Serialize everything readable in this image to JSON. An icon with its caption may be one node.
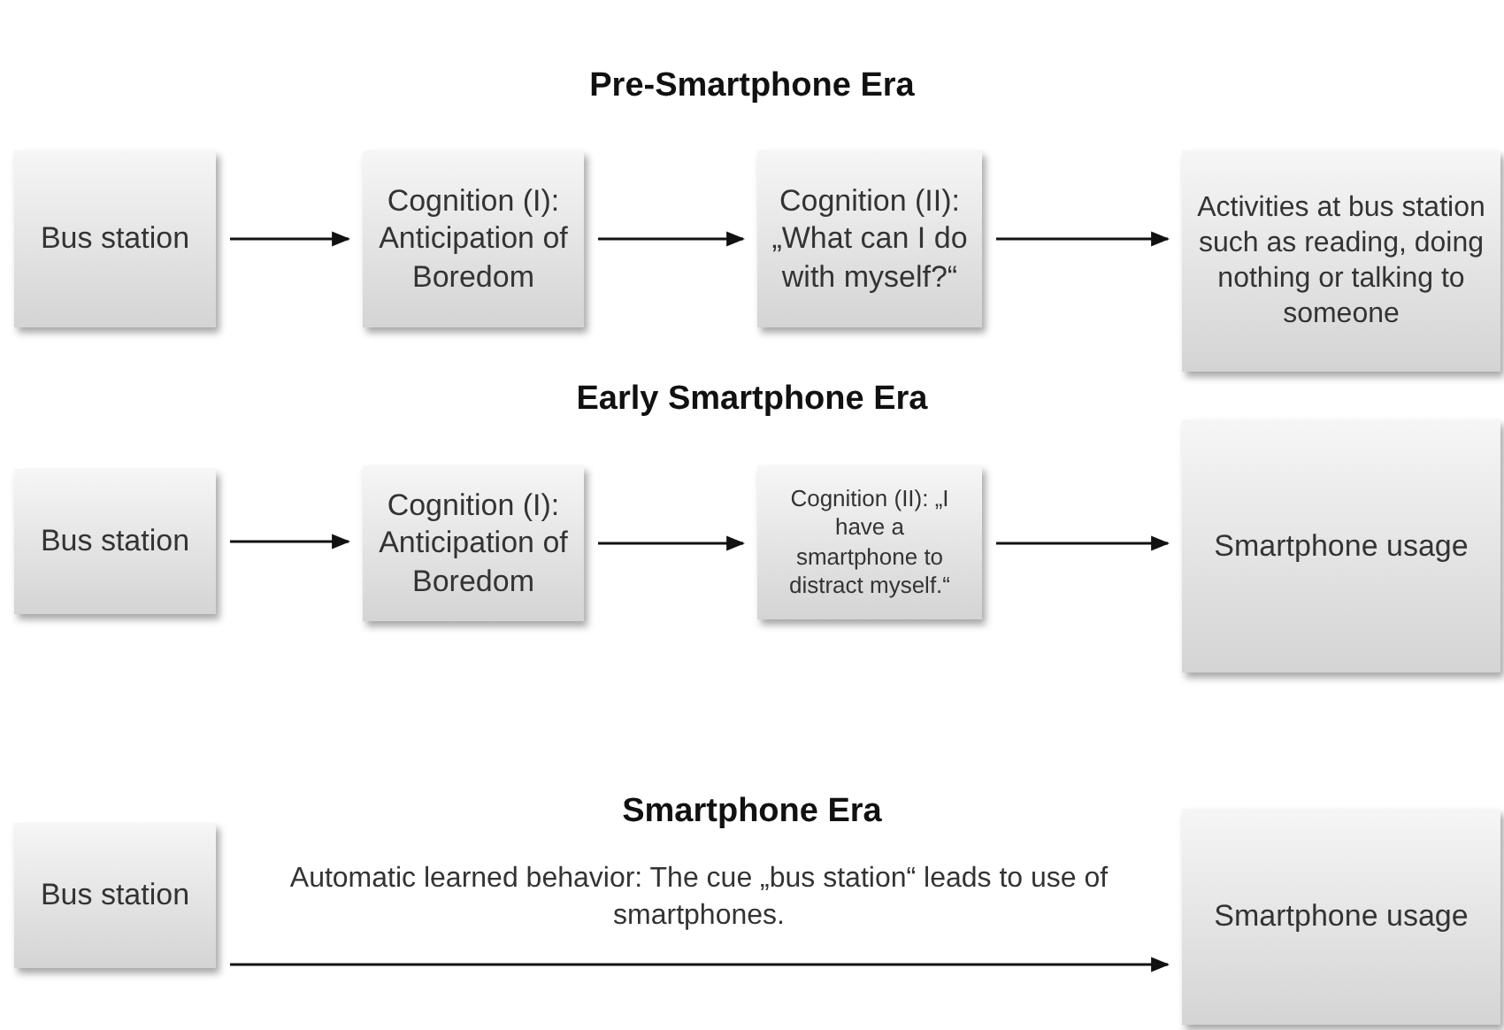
{
  "diagram": {
    "nodes": [
      {
        "text": [
          "Bus station"
        ]
      },
      {
        "text": [
          "Cognition (I): Anticipation of Boredom"
        ]
      },
      {
        "text": [
          "Cognition (II): „What can I do with myself?“"
        ]
      },
      {
        "text": [
          "Activities at bus station such as reading, doing nothing or talking to someone"
        ]
      },
      {
        "text": [
          "Bus station"
        ]
      },
      {
        "text": [
          "Cognition (I): Anticipation of Boredom"
        ]
      },
      {
        "text": [
          "Cognition (II): „I have a smartphone to distract myself.“"
        ]
      },
      {
        "text": [
          "Smartphone usage"
        ]
      },
      {
        "text": [
          "Bus station"
        ]
      },
      {
        "text": [
          "Smartphone usage"
        ]
      }
    ],
    "edges": [
      {
        "from": 0,
        "to": 1,
        "arrow": "to"
      },
      {
        "from": 1,
        "to": 2,
        "arrow": "to"
      },
      {
        "from": 2,
        "to": 3,
        "arrow": "to"
      },
      {
        "from": 4,
        "to": 5,
        "arrow": "to"
      },
      {
        "from": 5,
        "to": 6,
        "arrow": "to"
      },
      {
        "from": 6,
        "to": 7,
        "arrow": "to"
      },
      {
        "from": 8,
        "to": 9,
        "arrow": "to",
        "label": "Automatic learned behavior: The cue „bus station“ leads to use of smartphones."
      }
    ],
    "labels": [
      "Pre-Smartphone Era",
      "Early Smartphone Era",
      "Smartphone Era"
    ]
  }
}
